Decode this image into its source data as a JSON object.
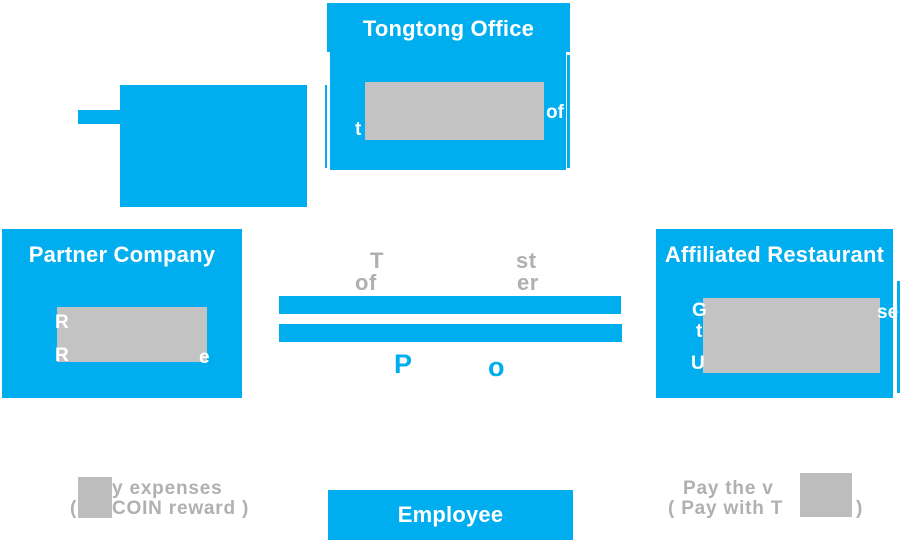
{
  "colors": {
    "blue": "#00aeef",
    "mask": "#c3c3c3",
    "caption_mask": "#bdbdbd",
    "gray_text": "#b0b0b0",
    "white": "#ffffff"
  },
  "boxes": {
    "tongtong_office": {
      "title": "Tongtong Office",
      "fragment_mid_right": "of",
      "fragment_bottom_left": "t"
    },
    "partner_company": {
      "title": "Partner Company",
      "fragment_line1_start": "R",
      "fragment_line2_start": "R",
      "fragment_line2_end": "e"
    },
    "affiliated_restaurant": {
      "title": "Affiliated Restaurant",
      "fragment_line1_start": "G",
      "fragment_line1_end": "se",
      "fragment_line2_start": "t",
      "fragment_line3_start": "U"
    },
    "employee": {
      "title": "Employee"
    }
  },
  "center": {
    "gray_caption": {
      "line1_start": "T",
      "line1_end": "st",
      "line2_start": "of",
      "line2_end": "er"
    },
    "blue_caption": {
      "start": "P",
      "end": "o"
    }
  },
  "bottom_left_caption": {
    "line1": "y expenses",
    "open_paren": "(",
    "line2": "COIN reward )"
  },
  "bottom_right_caption": {
    "line1": "Pay the v",
    "line2": "( Pay with T",
    "close_paren": ")"
  }
}
